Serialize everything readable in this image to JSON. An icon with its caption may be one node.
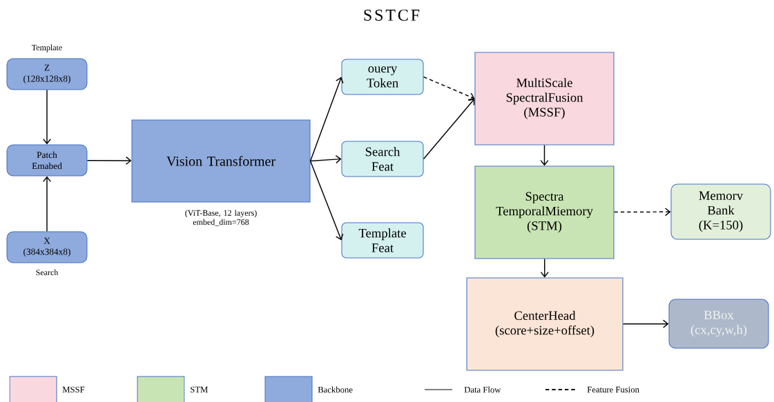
{
  "diagram": {
    "title": "SSTCF",
    "nodes": [
      {
        "text": [
          "Z (128x128x8)"
        ],
        "beside": [
          "Template"
        ]
      },
      {
        "text": [
          "Patch Emabed"
        ]
      },
      {
        "text": [
          "X (384x384x8)"
        ],
        "beside": [
          "Search"
        ]
      },
      {
        "text": [
          "Vision Transformer"
        ],
        "beside": [
          "(ViT-Base, 12 layers) embed_dim=768"
        ]
      },
      {
        "text": [
          "ouery Token"
        ]
      },
      {
        "text": [
          "Search Feat"
        ]
      },
      {
        "text": [
          "Template Feat"
        ]
      },
      {
        "text": [
          "MultiScale SpectralFusion (MSSF)"
        ]
      },
      {
        "text": [
          "Spectra TemporalMiemory (STM)"
        ]
      },
      {
        "text": [
          "Memorv Bank (K=150)"
        ]
      },
      {
        "text": [
          "CenterHead (score+size+offset)"
        ]
      },
      {
        "text": [
          "BBox (cx,cy,w,h)"
        ]
      }
    ],
    "edges": [
      {
        "from": 0,
        "to": 1,
        "arrow": "to"
      },
      {
        "from": 2,
        "to": 1,
        "arrow": "to"
      },
      {
        "from": 1,
        "to": 3,
        "arrow": "to"
      },
      {
        "from": 3,
        "to": 4,
        "arrow": "to"
      },
      {
        "from": 3,
        "to": 5,
        "arrow": "to"
      },
      {
        "from": 3,
        "to": 6,
        "arrow": "to"
      },
      {
        "from": 4,
        "to": 7,
        "arrow": "to",
        "style": "dashed"
      },
      {
        "from": 5,
        "to": 7,
        "arrow": "to"
      },
      {
        "from": 7,
        "to": 8,
        "arrow": "to"
      },
      {
        "from": 8,
        "to": 9,
        "arrow": "to",
        "style": "dashed"
      },
      {
        "from": 8,
        "to": 10,
        "arrow": "to"
      },
      {
        "from": 10,
        "to": 11,
        "arrow": "to"
      }
    ],
    "legend": [
      {
        "text": "MSSF",
        "color": "#f9d9df"
      },
      {
        "text": "STM",
        "color": "#c9e4b4"
      },
      {
        "text": "Backbone",
        "color": "#8faadc"
      },
      {
        "text": "Data Flow"
      },
      {
        "text": "Feature Fusion"
      }
    ]
  }
}
